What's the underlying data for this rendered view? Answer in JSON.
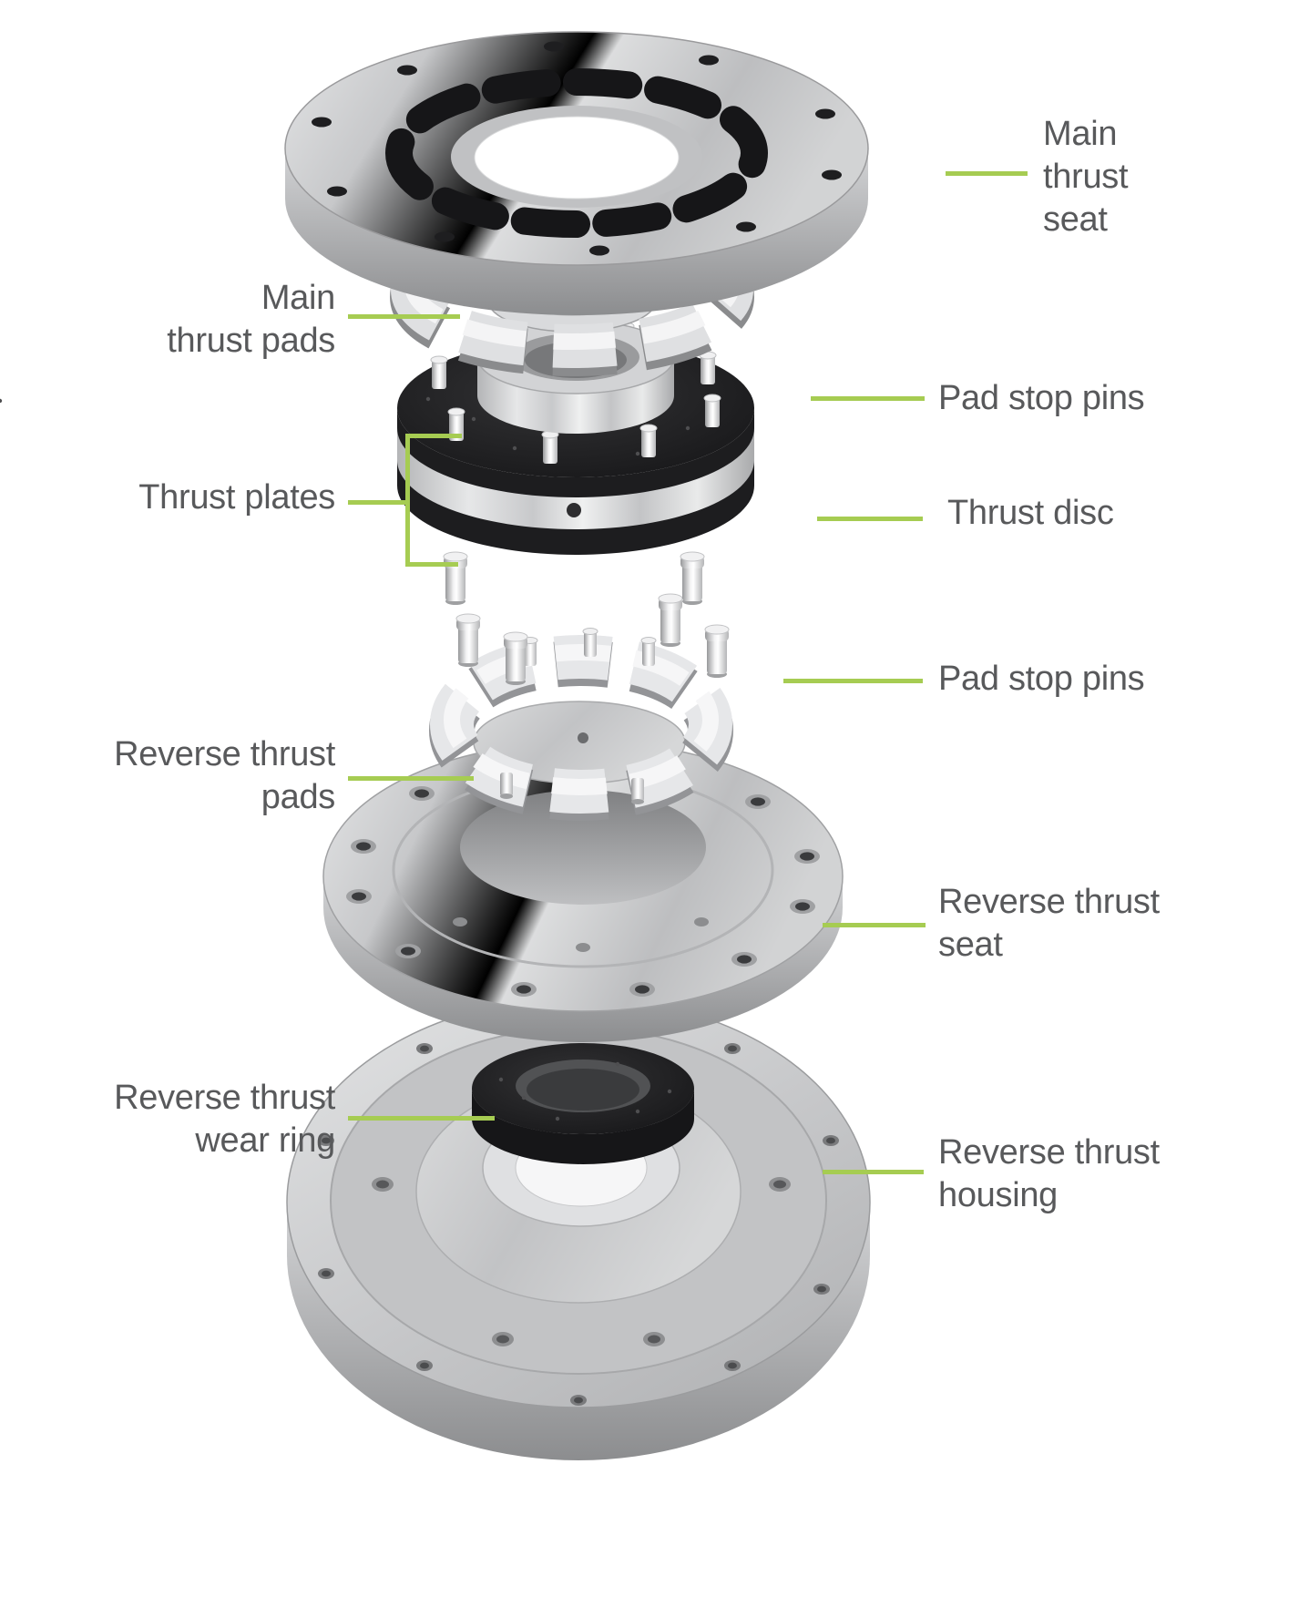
{
  "figure": {
    "background": "#ffffff",
    "accent_color": "#a6cc52",
    "label_color": "#58595b"
  },
  "labels": {
    "main_thrust_seat": "Main\nthrust\nseat",
    "main_thrust_pads": "Main\nthrust pads",
    "pad_stop_pins_upper": "Pad stop pins",
    "thrust_plates": "Thrust plates",
    "thrust_disc": "Thrust disc",
    "pad_stop_pins_lower": "Pad stop pins",
    "reverse_thrust_pads": "Reverse thrust\npads",
    "reverse_thrust_seat": "Reverse thrust\nseat",
    "reverse_thrust_wear_ring": "Reverse thrust\nwear ring",
    "reverse_thrust_housing": "Reverse thrust\nhousing"
  }
}
